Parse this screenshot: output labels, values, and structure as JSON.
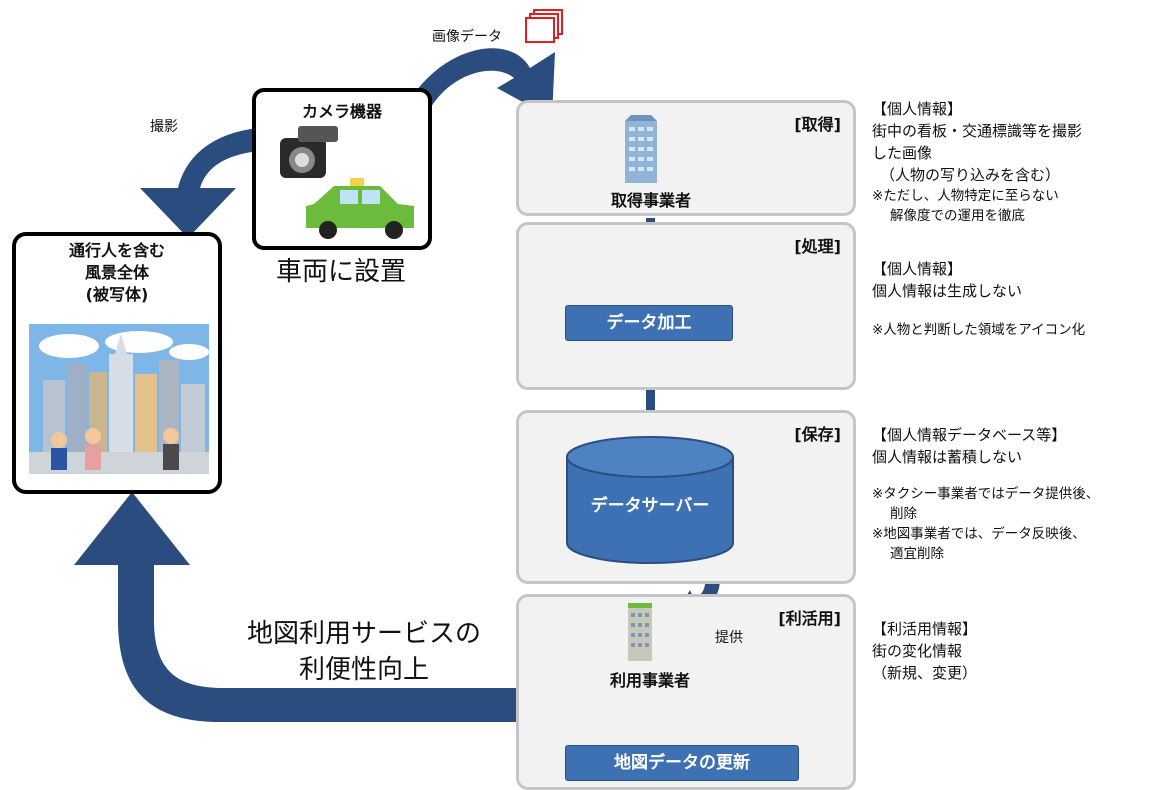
{
  "subject": {
    "title_lines": [
      "通行人を含む",
      "風景全体",
      "(被写体)"
    ]
  },
  "camera": {
    "title": "カメラ機器",
    "mount_label": "車両に設置",
    "shoot_label": "撮影",
    "image_data_label": "画像データ"
  },
  "stages": {
    "acquire": {
      "label": "[取得]",
      "caption": "取得事業者"
    },
    "process": {
      "label": "[処理]",
      "box": "データ加工"
    },
    "store": {
      "label": "[保存]",
      "box": "データサーバー"
    },
    "use": {
      "label": "[利活用]",
      "caption": "利用事業者",
      "provide_label": "提供",
      "box": "地図データの更新"
    }
  },
  "notes": {
    "acquire": {
      "heading": "【個人情報】",
      "lines": [
        "街中の看板・交通標識等を撮影",
        "した画像",
        "（人物の写り込みを含む）"
      ],
      "sub": [
        "※ただし、人物特定に至らない",
        "解像度での運用を徹底"
      ]
    },
    "process": {
      "heading": "【個人情報】",
      "lines": [
        "個人情報は生成しない"
      ],
      "sub": [
        "※人物と判断した領域をアイコン化"
      ]
    },
    "store": {
      "heading": "【個人情報データベース等】",
      "lines": [
        "個人情報は蓄積しない"
      ],
      "sub": [
        "※タクシー事業者ではデータ提供後、",
        "削除",
        "※地図事業者では、データ反映後、",
        "適宜削除"
      ]
    },
    "use": {
      "heading": "【利活用情報】",
      "lines": [
        "街の変化情報",
        "（新規、変更）"
      ]
    }
  },
  "feedback": {
    "lines": [
      "地図利用サービスの",
      "利便性向上"
    ]
  },
  "colors": {
    "arrow": "#2b4c7e",
    "box": "#3e71b3",
    "stage_fill": "#f2f2f2",
    "stage_border": "#c5c5c5",
    "taxi": "#6cbb3c"
  }
}
